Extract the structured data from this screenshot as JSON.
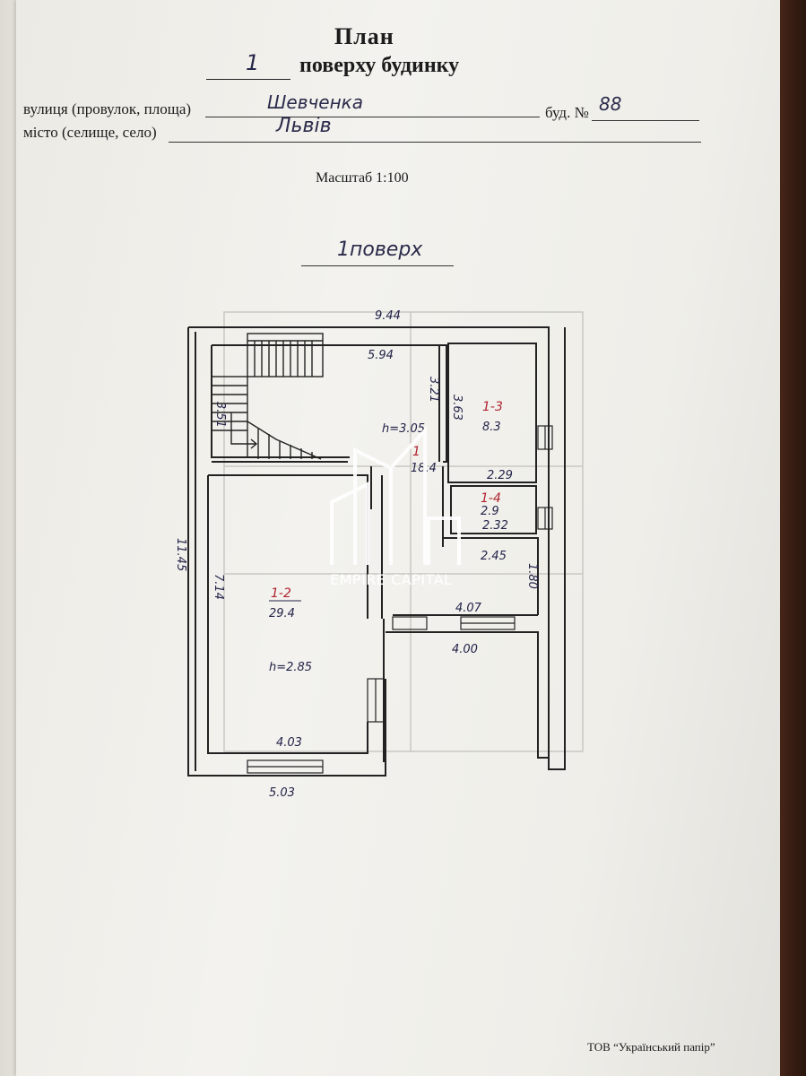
{
  "header": {
    "title": "План",
    "floor_number": "1",
    "subtitle": "поверху будинку",
    "street_label": "вулиця (провулок, площа)",
    "street_value": "Шевченка",
    "building_label": "буд. №",
    "building_value": "88",
    "city_label": "місто (селище, село)",
    "city_value": "Львів",
    "scale": "Масштаб 1:100",
    "floor_heading": "1поверх"
  },
  "plan": {
    "outer_width": "9.44",
    "outer_length": "11.45",
    "bottom_outer": "5.03",
    "dims": {
      "top_room_width": "5.94",
      "room_13_height": "3.63",
      "side_321": "3.21",
      "room_13_width": "2.29",
      "room_14_width": "2.32",
      "corridor_width": "2.45",
      "corridor_height": "1.80",
      "hall_width": "4.07",
      "lower_right_width": "4.00",
      "room_12_height": "7.14",
      "room_12_width": "4.03"
    },
    "rooms": [
      {
        "number": "1",
        "area": "18.4",
        "note": "h=3.05"
      },
      {
        "number": "1-2",
        "area": "29.4",
        "note": "h=2.85"
      },
      {
        "number": "1-3",
        "area": "8.3"
      },
      {
        "number": "1-4",
        "area": "2.9"
      }
    ],
    "stair_label": "3.51"
  },
  "watermark": {
    "text": "EMPIRE CAPITAL"
  },
  "footer": {
    "publisher": "ТОВ “Український папір”"
  },
  "colors": {
    "ink": "#23234a",
    "red_ink": "#b0232f",
    "paper": "#f1f0ec"
  }
}
